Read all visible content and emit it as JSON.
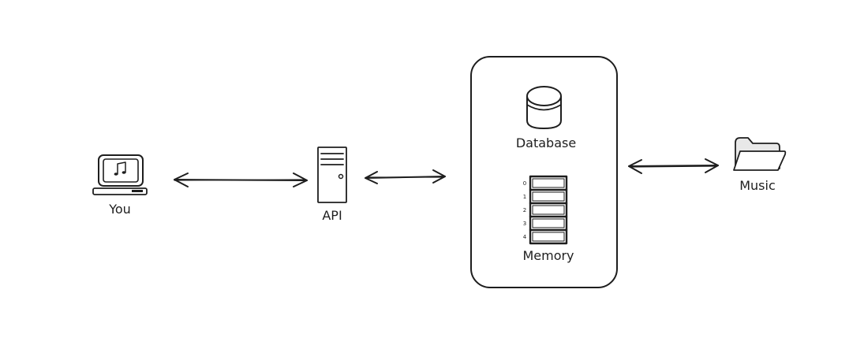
{
  "nodes": {
    "you": {
      "label": "You",
      "icon": "computer-music-icon"
    },
    "api": {
      "label": "API",
      "icon": "server-tower-icon"
    },
    "database": {
      "label": "Database",
      "icon": "database-cylinder-icon"
    },
    "memory": {
      "label": "Memory",
      "icon": "memory-stack-icon",
      "slots": [
        "0",
        "1",
        "2",
        "3",
        "4"
      ]
    },
    "music": {
      "label": "Music",
      "icon": "folder-icon"
    }
  },
  "colors": {
    "stroke": "#1e1e1e",
    "folder_fill": "#e8e8e8",
    "background": "#ffffff"
  }
}
